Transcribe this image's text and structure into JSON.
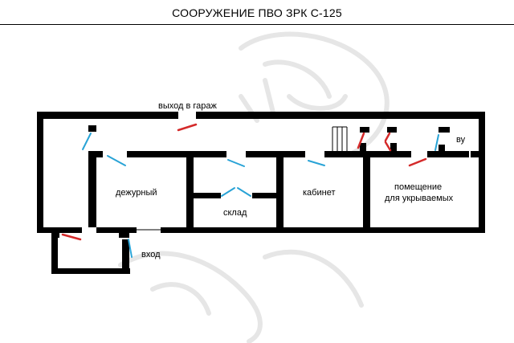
{
  "header": {
    "title": "СООРУЖЕНИЕ ПВО ЗРК С-125"
  },
  "labels": {
    "garage_exit": "выход в гараж",
    "duty_room": "дежурный",
    "storage": "склад",
    "office": "кабинет",
    "shelter_room_line1": "помещение",
    "shelter_room_line2": "для укрываемых",
    "ventilation": "ву",
    "entrance": "вход"
  },
  "colors": {
    "wall": "#000000",
    "door_blue": "#29a3d6",
    "door_red": "#d42a2a",
    "watermark": "#e8e8e8"
  }
}
